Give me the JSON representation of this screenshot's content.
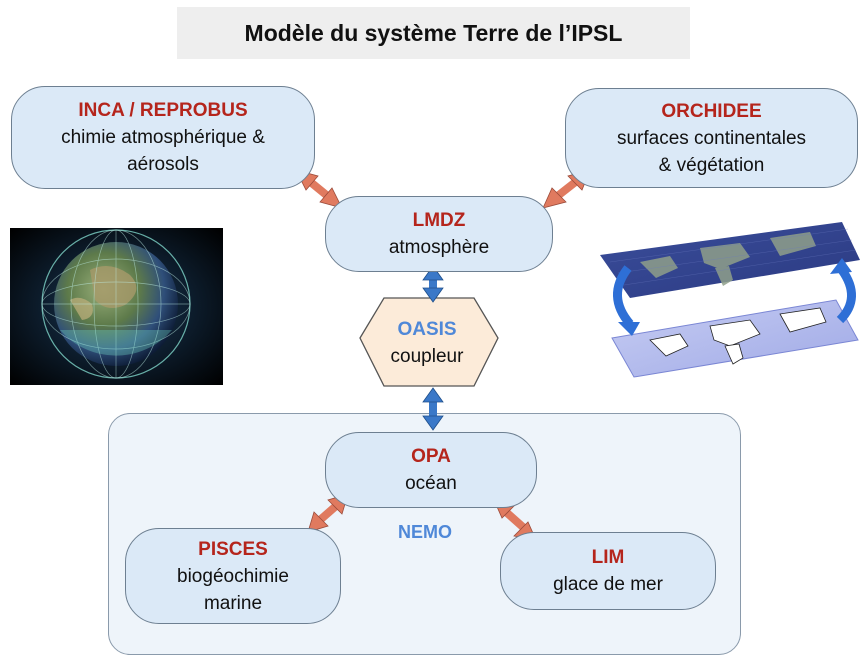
{
  "title": "Modèle du système Terre de l’IPSL",
  "components": {
    "inca": {
      "name": "INCA / REPROBUS",
      "line1": "chimie atmosphérique &",
      "line2": "aérosols"
    },
    "orchidee": {
      "name": "ORCHIDEE",
      "line1": "surfaces continentales",
      "line2": "& végétation"
    },
    "lmdz": {
      "name": "LMDZ",
      "line1": "atmosphère"
    },
    "oasis": {
      "name": "OASIS",
      "line1": "coupleur"
    },
    "opa": {
      "name": "OPA",
      "line1": "océan"
    },
    "pisces": {
      "name": "PISCES",
      "line1": "biogéochimie",
      "line2": "marine"
    },
    "lim": {
      "name": "LIM",
      "line1": "glace de mer"
    }
  },
  "nemo_label": "NEMO",
  "colors": {
    "component_name": "#b5251c",
    "coupler_name": "#4f88d8",
    "box_fill": "#dbe9f7",
    "coupler_fill": "#fcebd9",
    "arrow_orange": "#e07a5f",
    "arrow_blue": "#3a78c8"
  },
  "images": [
    "globe-grid-illustration",
    "world-map-grid-layers-illustration"
  ]
}
